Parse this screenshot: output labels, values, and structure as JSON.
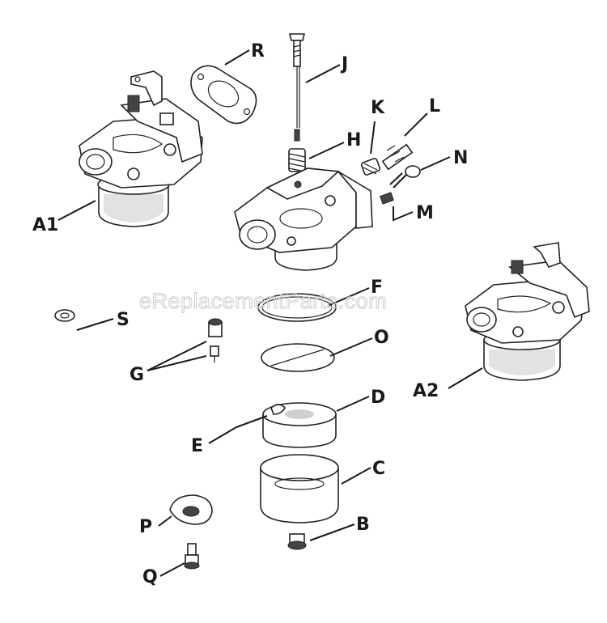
{
  "watermark": "eReplacementParts.com",
  "labels": {
    "A1": "A1",
    "A2": "A2",
    "B": "B",
    "C": "C",
    "D": "D",
    "E": "E",
    "F": "F",
    "G": "G",
    "H": "H",
    "J": "J",
    "K": "K",
    "L": "L",
    "M": "M",
    "N": "N",
    "O": "O",
    "P": "P",
    "Q": "Q",
    "R": "R",
    "S": "S"
  }
}
